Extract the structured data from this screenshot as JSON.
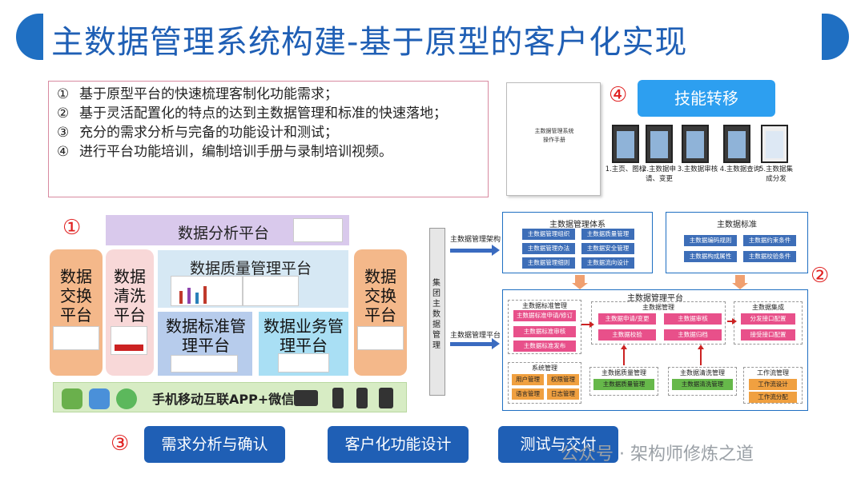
{
  "header": {
    "title": "主数据管理系统构建-基于原型的客户化实现"
  },
  "points": [
    {
      "num": "①",
      "text": "基于原型平台的快速梳理客制化功能需求；"
    },
    {
      "num": "②",
      "text": "基于灵活配置化的特点的达到主数据管理和标准的快速落地；"
    },
    {
      "num": "③",
      "text": "充分的需求分析与完备的功能设计和测试；"
    },
    {
      "num": "④",
      "text": "进行平台功能培训，编制培训手册与录制培训视频。"
    }
  ],
  "training": {
    "marker": "④",
    "button": "技能转移",
    "manual_title_1": "主数据管理系统",
    "manual_title_2": "操作手册",
    "videos": [
      "1.主页、图标",
      "2.主数据申请、变更",
      "3.主数据审核",
      "4.主数据查询",
      "5.主数据集成分发"
    ]
  },
  "left_diagram": {
    "marker": "①",
    "analysis": "数据分析平台",
    "exchange_left": "数据交换平台",
    "cleaning": "数据清洗平台",
    "quality": "数据质量管理平台",
    "standard": "数据标准管理平台",
    "business": "数据业务管理平台",
    "exchange_right": "数据交换平台",
    "mobile": "手机移动互联APP+微信"
  },
  "bottom": {
    "marker": "③",
    "b1": "需求分析与确认",
    "b2": "客户化功能设计",
    "b3": "测试与交付"
  },
  "right_diagram": {
    "marker": "②",
    "group": "集团主数据管理",
    "arch_label": "主数据管理架构",
    "platform_label": "主数据管理平台",
    "system": {
      "title": "主数据管理体系",
      "items": [
        "主数据管理组织",
        "主数据质量管理",
        "主数据管理办法",
        "主数据安全管理",
        "主数据管理细则",
        "主数据流向设计"
      ]
    },
    "standard": {
      "title": "主数据标准",
      "items": [
        "主数据编码规则",
        "主数据约束条件",
        "主数据构成属性",
        "主数据校验条件"
      ]
    },
    "platform": {
      "title": "主数据管理平台",
      "std_title": "主数据标准管理",
      "std_items": [
        "主数据标准申请/修订",
        "主数据标准审核",
        "主数据标准发布"
      ],
      "mgmt_title": "主数据管理",
      "mgmt_items": [
        "主数据申请/变更",
        "主数据审核",
        "主数据校验",
        "主数据归档"
      ],
      "int_title": "主数据集成",
      "int_items": [
        "分发接口配置",
        "接受接口配置"
      ],
      "sys_title": "系统管理",
      "sys_items": [
        "用户管理",
        "权限管理",
        "语言管理",
        "日志管理"
      ],
      "quality_title": "主数据质量管理",
      "quality_item": "主数据质量管理",
      "clean_title": "主数据清洗管理",
      "clean_item": "主数据清洗管理",
      "flow_title": "工作流管理",
      "flow_items": [
        "工作流设计",
        "工作流分配"
      ]
    }
  },
  "watermark": "公众号 · 架构师修炼之道",
  "colors": {
    "title": "#1f5fb5",
    "accent": "#2d9ff0",
    "marker": "#e02020"
  }
}
